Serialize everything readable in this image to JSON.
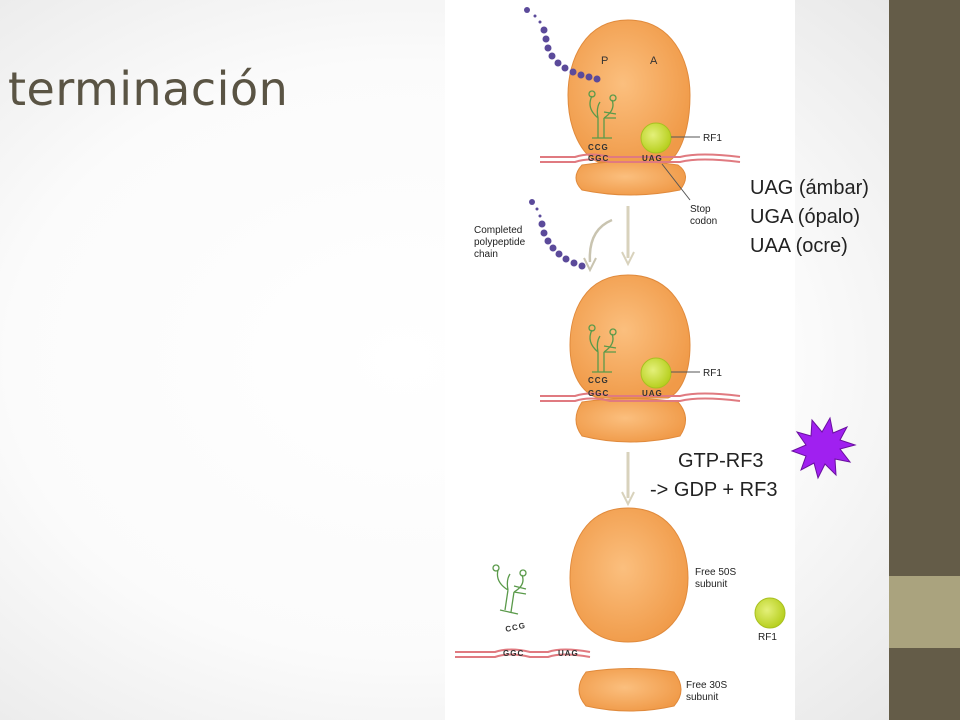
{
  "slide": {
    "title": "terminación",
    "stop_codons": [
      "UAG (ámbar)",
      "UGA (ópalo)",
      "UAA (ocre)"
    ],
    "gtp_line1": "GTP-RF3",
    "gtp_line2": "-> GDP + RF3"
  },
  "diagram": {
    "site_p": "P",
    "site_a": "A",
    "rf1": "RF1",
    "stop_codon": [
      "Stop",
      "codon"
    ],
    "completed_chain": [
      "Completed",
      "polypeptide",
      "chain"
    ],
    "free_50s": [
      "Free 50S",
      "subunit"
    ],
    "free_30s": [
      "Free 30S",
      "subunit"
    ],
    "anticodon": "CCG",
    "codon_ggc": "GGC",
    "codon_uag": "UAG"
  },
  "colors": {
    "ribosome": "#f5a860",
    "ribosome_stroke": "#e08a3c",
    "rf1": "#c8e03a",
    "peptide": "#5b4a9a",
    "mrna": "#e07a80",
    "trna": "#5a9a4a",
    "burst": "#a020f0",
    "sidebar_dark": "#645c48",
    "sidebar_light": "#aaa37e"
  }
}
